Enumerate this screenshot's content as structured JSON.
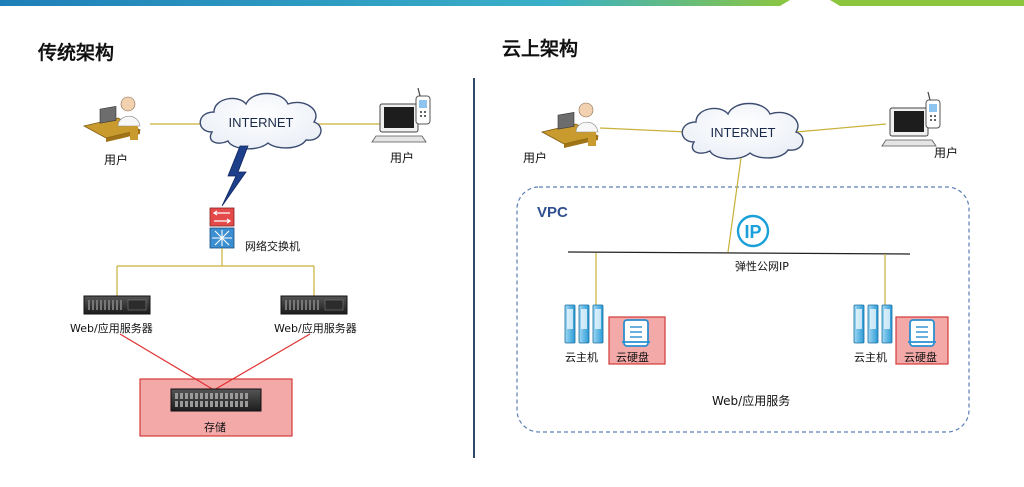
{
  "left": {
    "title": "传统架构",
    "user_left": "用户",
    "user_right": "用户",
    "internet": "INTERNET",
    "switch": "网络交换机",
    "server_left": "Web/应用服务器",
    "server_right": "Web/应用服务器",
    "storage": "存储"
  },
  "right": {
    "title": "云上架构",
    "user_left": "用户",
    "user_right": "用户",
    "internet": "INTERNET",
    "vpc": "VPC",
    "eip": "弹性公网IP",
    "host_left": "云主机",
    "disk_left": "云硬盘",
    "host_right": "云主机",
    "disk_right": "云硬盘",
    "service": "Web/应用服务"
  },
  "colors": {
    "link": "#c9b13a",
    "red_link": "#e03030",
    "storage_fill": "#f4a9a9",
    "storage_border": "#d23a3a",
    "divider": "#2d4a6b",
    "vpc_border": "#5a7fb5",
    "ip_blue": "#1aa0d8",
    "host_blue": "#2aa8e0"
  }
}
